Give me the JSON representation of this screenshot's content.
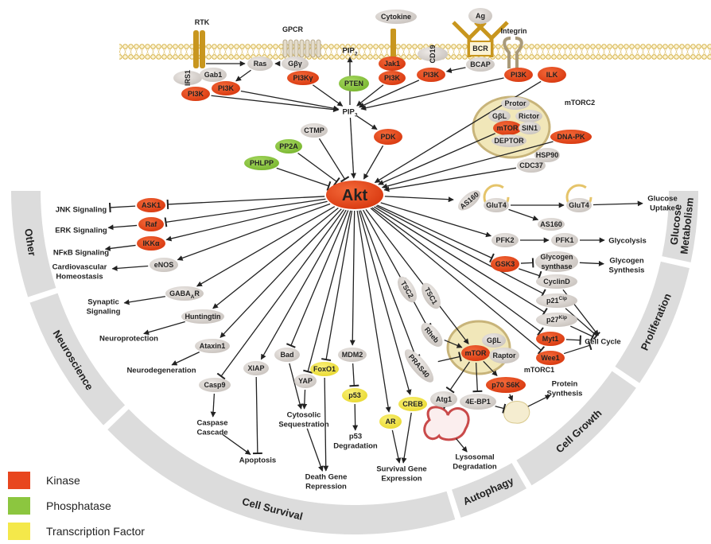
{
  "colors": {
    "kinase": "#e8461e",
    "phosphatase": "#8cc63f",
    "tf": "#f4e84a",
    "protein": "#d8d3cf",
    "membrane": "#d6b34a",
    "receptor": "#c8961e",
    "sector": "#dcdcdc",
    "complex": "#f1e7b9"
  },
  "structure_labels": {
    "rtk": "RTK",
    "gpcr": "GPCR",
    "integrin": "Integrin",
    "bcr": "BCR",
    "mtorc2": "mTORC2",
    "mtorc1": "mTORC1"
  },
  "nodes": [
    {
      "id": "irs1",
      "lines": [
        "IRS1"
      ],
      "kind": "protein"
    },
    {
      "id": "gab1",
      "lines": [
        "Gab1"
      ],
      "kind": "protein"
    },
    {
      "id": "pi3k_a",
      "lines": [
        "PI3K"
      ],
      "kind": "kinase"
    },
    {
      "id": "pi3k_b",
      "lines": [
        "PI3K"
      ],
      "kind": "kinase"
    },
    {
      "id": "ras",
      "lines": [
        "Ras"
      ],
      "kind": "protein"
    },
    {
      "id": "gby",
      "lines": [
        "Gβγ"
      ],
      "kind": "protein"
    },
    {
      "id": "pi3kg",
      "lines": [
        "PI3Kγ"
      ],
      "kind": "kinase"
    },
    {
      "id": "pip2",
      "lines": [
        "PIP"
      ],
      "sub": "2",
      "kind": "text"
    },
    {
      "id": "pten",
      "lines": [
        "PTEN"
      ],
      "kind": "phosphatase"
    },
    {
      "id": "cytokine",
      "lines": [
        "Cytokine"
      ],
      "kind": "protein"
    },
    {
      "id": "jak1",
      "lines": [
        "Jak1"
      ],
      "kind": "kinase"
    },
    {
      "id": "pi3k_c",
      "lines": [
        "PI3K"
      ],
      "kind": "kinase"
    },
    {
      "id": "cd19",
      "lines": [
        "CD19"
      ],
      "kind": "protein"
    },
    {
      "id": "pi3k_d",
      "lines": [
        "PI3K"
      ],
      "kind": "kinase"
    },
    {
      "id": "ag",
      "lines": [
        "Ag"
      ],
      "kind": "protein"
    },
    {
      "id": "bcap",
      "lines": [
        "BCAP"
      ],
      "kind": "protein"
    },
    {
      "id": "pi3k_e",
      "lines": [
        "PI3K"
      ],
      "kind": "kinase"
    },
    {
      "id": "ilk",
      "lines": [
        "ILK"
      ],
      "kind": "kinase"
    },
    {
      "id": "pip3",
      "lines": [
        "PIP"
      ],
      "sub": "3",
      "kind": "text"
    },
    {
      "id": "protor",
      "lines": [
        "Protor"
      ],
      "kind": "protein"
    },
    {
      "id": "gbl2",
      "lines": [
        "GβL"
      ],
      "kind": "protein"
    },
    {
      "id": "rictor",
      "lines": [
        "Rictor"
      ],
      "kind": "protein"
    },
    {
      "id": "mtor2",
      "lines": [
        "mTOR"
      ],
      "kind": "kinase"
    },
    {
      "id": "sin1",
      "lines": [
        "SIN1"
      ],
      "kind": "protein"
    },
    {
      "id": "deptor",
      "lines": [
        "DEPTOR"
      ],
      "kind": "protein"
    },
    {
      "id": "dnapk",
      "lines": [
        "DNA-PK"
      ],
      "kind": "kinase"
    },
    {
      "id": "hsp90",
      "lines": [
        "HSP90"
      ],
      "kind": "protein"
    },
    {
      "id": "cdc37",
      "lines": [
        "CDC37"
      ],
      "kind": "protein"
    },
    {
      "id": "ctmp",
      "lines": [
        "CTMP"
      ],
      "kind": "protein"
    },
    {
      "id": "pdk",
      "lines": [
        "PDK"
      ],
      "kind": "kinase"
    },
    {
      "id": "pp2a",
      "lines": [
        "PP2A"
      ],
      "kind": "phosphatase"
    },
    {
      "id": "phlpp",
      "lines": [
        "PHLPP"
      ],
      "kind": "phosphatase"
    },
    {
      "id": "akt",
      "lines": [
        "Akt"
      ],
      "kind": "kinase"
    },
    {
      "id": "ask1",
      "lines": [
        "ASK1"
      ],
      "kind": "kinase"
    },
    {
      "id": "raf",
      "lines": [
        "Raf"
      ],
      "kind": "kinase"
    },
    {
      "id": "ikka",
      "lines": [
        "IKKα"
      ],
      "kind": "kinase"
    },
    {
      "id": "enos",
      "lines": [
        "eNOS"
      ],
      "kind": "protein"
    },
    {
      "id": "jnk",
      "lines": [
        "JNK Signaling"
      ],
      "kind": "text"
    },
    {
      "id": "erk",
      "lines": [
        "ERK Signaling"
      ],
      "kind": "text"
    },
    {
      "id": "nfkb",
      "lines": [
        "NFκB Signaling"
      ],
      "kind": "text"
    },
    {
      "id": "cardio",
      "lines": [
        "Cardiovascular",
        "Homeostasis"
      ],
      "kind": "text"
    },
    {
      "id": "gabaar",
      "lines": [
        "GABA"
      ],
      "sub": "A",
      "tail": "R",
      "kind": "protein"
    },
    {
      "id": "synaptic",
      "lines": [
        "Synaptic",
        "Signaling"
      ],
      "kind": "text"
    },
    {
      "id": "huntingtin",
      "lines": [
        "Huntingtin"
      ],
      "kind": "protein"
    },
    {
      "id": "neuroprotection",
      "lines": [
        "Neuroprotection"
      ],
      "kind": "text"
    },
    {
      "id": "ataxin1",
      "lines": [
        "Ataxin1"
      ],
      "kind": "protein"
    },
    {
      "id": "neurodegeneration",
      "lines": [
        "Neurodegeneration"
      ],
      "kind": "text"
    },
    {
      "id": "casp9",
      "lines": [
        "Casp9"
      ],
      "kind": "protein"
    },
    {
      "id": "caspase",
      "lines": [
        "Caspase",
        "Cascade"
      ],
      "kind": "text"
    },
    {
      "id": "apoptosis",
      "lines": [
        "Apoptosis"
      ],
      "kind": "text"
    },
    {
      "id": "xiap",
      "lines": [
        "XIAP"
      ],
      "kind": "protein"
    },
    {
      "id": "bad",
      "lines": [
        "Bad"
      ],
      "kind": "protein"
    },
    {
      "id": "yap",
      "lines": [
        "YAP"
      ],
      "kind": "protein"
    },
    {
      "id": "foxo1",
      "lines": [
        "FoxO1"
      ],
      "kind": "tf"
    },
    {
      "id": "mdm2",
      "lines": [
        "MDM2"
      ],
      "kind": "protein"
    },
    {
      "id": "p53",
      "lines": [
        "p53"
      ],
      "kind": "tf"
    },
    {
      "id": "ar",
      "lines": [
        "AR"
      ],
      "kind": "tf"
    },
    {
      "id": "creb",
      "lines": [
        "CREB"
      ],
      "kind": "tf"
    },
    {
      "id": "cytosolic",
      "lines": [
        "Cytosolic",
        "Sequestration"
      ],
      "kind": "text"
    },
    {
      "id": "p53deg",
      "lines": [
        "p53",
        "Degradation"
      ],
      "kind": "text"
    },
    {
      "id": "deathgene",
      "lines": [
        "Death Gene",
        "Repression"
      ],
      "kind": "text"
    },
    {
      "id": "survival",
      "lines": [
        "Survival Gene",
        "Expression"
      ],
      "kind": "text"
    },
    {
      "id": "tsc2",
      "lines": [
        "TSC2"
      ],
      "kind": "protein"
    },
    {
      "id": "tsc1",
      "lines": [
        "TSC1"
      ],
      "kind": "protein"
    },
    {
      "id": "rheb",
      "lines": [
        "Rheb"
      ],
      "kind": "protein"
    },
    {
      "id": "pras40",
      "lines": [
        "PRAS40"
      ],
      "kind": "protein"
    },
    {
      "id": "gbl1",
      "lines": [
        "GβL"
      ],
      "kind": "protein"
    },
    {
      "id": "mtor1",
      "lines": [
        "mTOR"
      ],
      "kind": "kinase"
    },
    {
      "id": "raptor",
      "lines": [
        "Raptor"
      ],
      "kind": "protein"
    },
    {
      "id": "p70",
      "lines": [
        "p70 S6K"
      ],
      "kind": "kinase"
    },
    {
      "id": "atg1",
      "lines": [
        "Atg1"
      ],
      "kind": "protein"
    },
    {
      "id": "ebp1",
      "lines": [
        "4E-BP1"
      ],
      "kind": "protein"
    },
    {
      "id": "lysodeg",
      "lines": [
        "Lysosomal",
        "Degradation"
      ],
      "kind": "text"
    },
    {
      "id": "protsynth",
      "lines": [
        "Protein",
        "Synthesis"
      ],
      "kind": "text"
    },
    {
      "id": "as160a",
      "lines": [
        "AS160"
      ],
      "kind": "protein"
    },
    {
      "id": "glut4a",
      "lines": [
        "GluT4"
      ],
      "kind": "protein"
    },
    {
      "id": "glut4b",
      "lines": [
        "GluT4"
      ],
      "kind": "protein"
    },
    {
      "id": "as160b",
      "lines": [
        "AS160"
      ],
      "kind": "protein"
    },
    {
      "id": "glucose",
      "lines": [
        "Glucose",
        "Uptake"
      ],
      "kind": "text"
    },
    {
      "id": "pfk2",
      "lines": [
        "PFK2"
      ],
      "kind": "protein"
    },
    {
      "id": "pfk1",
      "lines": [
        "PFK1"
      ],
      "kind": "protein"
    },
    {
      "id": "glycolysis",
      "lines": [
        "Glycolysis"
      ],
      "kind": "text"
    },
    {
      "id": "gsk3",
      "lines": [
        "GSK3"
      ],
      "kind": "kinase"
    },
    {
      "id": "glysyn",
      "lines": [
        "Glycogen",
        "synthase"
      ],
      "kind": "protein"
    },
    {
      "id": "glysynth",
      "lines": [
        "Glycogen",
        "Synthesis"
      ],
      "kind": "text"
    },
    {
      "id": "cyclind",
      "lines": [
        "CyclinD"
      ],
      "kind": "protein"
    },
    {
      "id": "p21",
      "lines": [
        "p21"
      ],
      "sup": "Cip",
      "kind": "protein"
    },
    {
      "id": "p27",
      "lines": [
        "p27"
      ],
      "sup": "Kip",
      "kind": "protein"
    },
    {
      "id": "myt1",
      "lines": [
        "Myt1"
      ],
      "kind": "kinase"
    },
    {
      "id": "wee1",
      "lines": [
        "Wee1"
      ],
      "kind": "kinase"
    },
    {
      "id": "cellcycle",
      "lines": [
        "Cell Cycle"
      ],
      "kind": "text"
    }
  ],
  "edges": [
    [
      "rtk",
      "ras",
      "activate"
    ],
    [
      "gby",
      "ras",
      "activate"
    ],
    [
      "ras",
      "pi3k_b",
      "activate"
    ],
    [
      "pi3k_a",
      "pip3",
      "activate"
    ],
    [
      "pi3k_b",
      "pip3",
      "activate"
    ],
    [
      "pi3kg",
      "pip3",
      "activate"
    ],
    [
      "pip3",
      "pip2",
      "activate"
    ],
    [
      "pi3k_c",
      "pip3",
      "activate"
    ],
    [
      "pi3k_d",
      "pip3",
      "activate"
    ],
    [
      "bcap",
      "pi3k_d",
      "activate"
    ],
    [
      "pi3k_e",
      "pip3",
      "activate"
    ],
    [
      "pip3",
      "akt",
      "activate"
    ],
    [
      "pip3",
      "pdk",
      "activate"
    ],
    [
      "pdk",
      "akt",
      "activate"
    ],
    [
      "ctmp",
      "akt",
      "inhibit"
    ],
    [
      "pp2a",
      "akt",
      "inhibit"
    ],
    [
      "phlpp",
      "akt",
      "inhibit"
    ],
    [
      "ilk",
      "akt",
      "activate"
    ],
    [
      "mtor2",
      "akt",
      "activate"
    ],
    [
      "dnapk",
      "akt",
      "activate"
    ],
    [
      "cdc37",
      "akt",
      "activate"
    ],
    [
      "akt",
      "ask1",
      "inhibit"
    ],
    [
      "ask1",
      "jnk",
      "inhibit"
    ],
    [
      "akt",
      "raf",
      "inhibit"
    ],
    [
      "raf",
      "erk",
      "activate"
    ],
    [
      "akt",
      "ikka",
      "activate"
    ],
    [
      "ikka",
      "nfkb",
      "activate"
    ],
    [
      "akt",
      "enos",
      "activate"
    ],
    [
      "enos",
      "cardio",
      "activate"
    ],
    [
      "akt",
      "gabaar",
      "activate"
    ],
    [
      "gabaar",
      "synaptic",
      "activate"
    ],
    [
      "akt",
      "huntingtin",
      "activate"
    ],
    [
      "huntingtin",
      "neuroprotection",
      "activate"
    ],
    [
      "akt",
      "ataxin1",
      "activate"
    ],
    [
      "ataxin1",
      "neurodegeneration",
      "activate"
    ],
    [
      "akt",
      "casp9",
      "inhibit"
    ],
    [
      "casp9",
      "caspase",
      "activate"
    ],
    [
      "caspase",
      "apoptosis",
      "activate"
    ],
    [
      "akt",
      "xiap",
      "activate"
    ],
    [
      "xiap",
      "apoptosis",
      "inhibit"
    ],
    [
      "akt",
      "bad",
      "inhibit"
    ],
    [
      "bad",
      "cytosolic",
      "activate"
    ],
    [
      "akt",
      "yap",
      "inhibit"
    ],
    [
      "yap",
      "cytosolic",
      "activate"
    ],
    [
      "akt",
      "foxo1",
      "inhibit"
    ],
    [
      "foxo1",
      "deathgene",
      "activate"
    ],
    [
      "cytosolic",
      "deathgene",
      "activate"
    ],
    [
      "akt",
      "mdm2",
      "activate"
    ],
    [
      "mdm2",
      "p53",
      "inhibit"
    ],
    [
      "p53",
      "p53deg",
      "activate"
    ],
    [
      "akt",
      "ar",
      "activate"
    ],
    [
      "ar",
      "survival",
      "activate"
    ],
    [
      "akt",
      "creb",
      "activate"
    ],
    [
      "creb",
      "survival",
      "activate"
    ],
    [
      "akt",
      "tsc2",
      "inhibit"
    ],
    [
      "tsc2",
      "rheb",
      "inhibit"
    ],
    [
      "rheb",
      "mtor1",
      "activate"
    ],
    [
      "akt",
      "pras40",
      "inhibit"
    ],
    [
      "pras40",
      "mtor1",
      "inhibit"
    ],
    [
      "akt",
      "mtor1",
      "activate"
    ],
    [
      "mtor1",
      "atg1",
      "inhibit"
    ],
    [
      "atg1",
      "lysosome",
      "activate"
    ],
    [
      "lysosome",
      "lysodeg",
      "activate"
    ],
    [
      "mtor1",
      "ebp1",
      "inhibit"
    ],
    [
      "ebp1",
      "ribosome",
      "inhibit"
    ],
    [
      "mtor1",
      "p70",
      "activate"
    ],
    [
      "p70",
      "ribosome",
      "activate"
    ],
    [
      "ribosome",
      "protsynth",
      "activate"
    ],
    [
      "akt",
      "as160a",
      "activate"
    ],
    [
      "glut4a",
      "as160b",
      "activate"
    ],
    [
      "glut4a",
      "glut4b",
      "activate"
    ],
    [
      "glut4b",
      "glucose",
      "activate"
    ],
    [
      "akt",
      "pfk2",
      "activate"
    ],
    [
      "pfk2",
      "pfk1",
      "activate"
    ],
    [
      "pfk1",
      "glycolysis",
      "activate"
    ],
    [
      "akt",
      "gsk3",
      "inhibit"
    ],
    [
      "gsk3",
      "glysyn",
      "inhibit"
    ],
    [
      "gsk3",
      "cyclind",
      "inhibit"
    ],
    [
      "glysyn",
      "glysynth",
      "activate"
    ],
    [
      "akt",
      "p21",
      "inhibit"
    ],
    [
      "akt",
      "p27",
      "inhibit"
    ],
    [
      "akt",
      "myt1",
      "inhibit"
    ],
    [
      "akt",
      "wee1",
      "inhibit"
    ],
    [
      "cyclind",
      "cellcycle",
      "activate"
    ],
    [
      "p21",
      "cellcycle",
      "inhibit"
    ],
    [
      "p27",
      "cellcycle",
      "inhibit"
    ],
    [
      "myt1",
      "cellcycle",
      "inhibit"
    ],
    [
      "wee1",
      "cellcycle",
      "inhibit"
    ]
  ],
  "sectors": [
    {
      "lines": [
        "Other"
      ]
    },
    {
      "lines": [
        "Neuroscience"
      ]
    },
    {
      "lines": [
        "Cell Survival"
      ]
    },
    {
      "lines": [
        "Autophagy"
      ]
    },
    {
      "lines": [
        "Cell Growth"
      ]
    },
    {
      "lines": [
        "Proliferation"
      ]
    },
    {
      "lines": [
        "Glucose",
        "Metabolism"
      ]
    }
  ],
  "legend": [
    {
      "label": "Kinase",
      "color": "#e8461e"
    },
    {
      "label": "Phosphatase",
      "color": "#8cc63f"
    },
    {
      "label": "Transcription Factor",
      "color": "#f4e84a"
    }
  ]
}
